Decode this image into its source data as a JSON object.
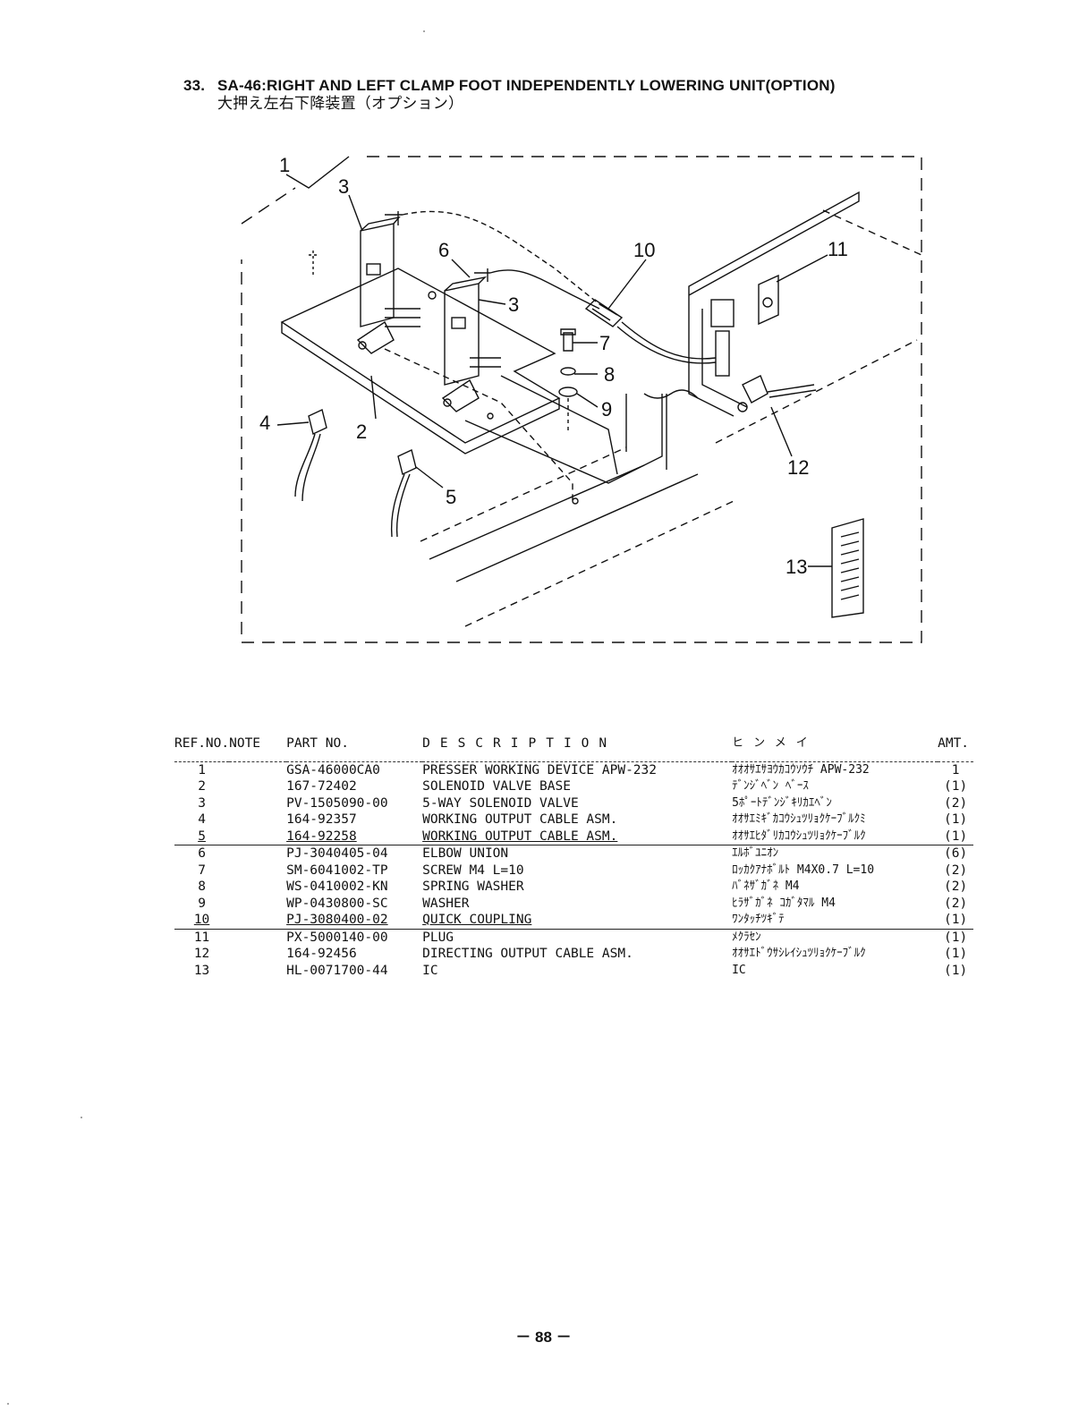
{
  "title": {
    "number": "33.",
    "en": "SA-46:RIGHT AND LEFT CLAMP FOOT INDEPENDENTLY LOWERING UNIT(OPTION)",
    "jp": "大押え左右下降装置（オプション）"
  },
  "diagram": {
    "callouts": [
      "1",
      "2",
      "3",
      "3",
      "4",
      "5",
      "6",
      "7",
      "8",
      "9",
      "10",
      "11",
      "12",
      "13"
    ]
  },
  "table": {
    "headers": {
      "ref": "REF.NO.",
      "note": "NOTE",
      "part": "PART NO.",
      "desc": "DESCRIPTION",
      "kana": "ヒンメイ",
      "amt": "AMT."
    },
    "rows": [
      {
        "ref": "1",
        "note": "",
        "part": "GSA-46000CA0",
        "desc": "PRESSER WORKING DEVICE APW-232",
        "kana": "ｵｵｵｻｴｻﾖｳｶｺｳｿｳﾁ APW-232",
        "amt": "1"
      },
      {
        "ref": "2",
        "note": "",
        "part": "167-72402",
        "desc": "SOLENOID VALVE BASE",
        "kana": "ﾃﾞﾝｼﾞﾍﾞﾝ ﾍﾞｰｽ",
        "amt": "(1)"
      },
      {
        "ref": "3",
        "note": "",
        "part": "PV-1505090-00",
        "desc": "5-WAY SOLENOID VALVE",
        "kana": "5ﾎﾟｰﾄﾃﾞﾝｼﾞｷﾘｶｴﾍﾞﾝ",
        "amt": "(2)"
      },
      {
        "ref": "4",
        "note": "",
        "part": "164-92357",
        "desc": "WORKING OUTPUT CABLE ASM.",
        "kana": "ｵｵｻｴﾐｷﾞｶｺｳｼｭﾂﾘｮｸｹｰﾌﾞﾙｸﾐ",
        "amt": "(1)"
      },
      {
        "ref": "5",
        "note": "",
        "part": "164-92258",
        "desc": "WORKING OUTPUT CABLE ASM.",
        "kana": "ｵｵｻｴﾋﾀﾞﾘｶｺｳｼｭﾂﾘｮｸｹｰﾌﾞﾙｸ",
        "amt": "(1)"
      },
      {
        "ref": "6",
        "note": "",
        "part": "PJ-3040405-04",
        "desc": "ELBOW UNION",
        "kana": "ｴﾙﾎﾞﾕﾆｵﾝ",
        "amt": "(6)"
      },
      {
        "ref": "7",
        "note": "",
        "part": "SM-6041002-TP",
        "desc": "SCREW M4 L=10",
        "kana": "ﾛｯｶｸｱﾅﾎﾞﾙﾄ M4X0.7 L=10",
        "amt": "(2)"
      },
      {
        "ref": "8",
        "note": "",
        "part": "WS-0410002-KN",
        "desc": "SPRING WASHER",
        "kana": "ﾊﾞﾈｻﾞｶﾞﾈ M4",
        "amt": "(2)"
      },
      {
        "ref": "9",
        "note": "",
        "part": "WP-0430800-SC",
        "desc": "WASHER",
        "kana": "ﾋﾗｻﾞｶﾞﾈ ｺｶﾞﾀﾏﾙ M4",
        "amt": "(2)"
      },
      {
        "ref": "10",
        "note": "",
        "part": "PJ-3080400-02",
        "desc": "QUICK COUPLING",
        "kana": "ﾜﾝﾀｯﾁﾂｷﾞﾃ",
        "amt": "(1)"
      },
      {
        "ref": "11",
        "note": "",
        "part": "PX-5000140-00",
        "desc": "PLUG",
        "kana": "ﾒｸﾗｾﾝ",
        "amt": "(1)"
      },
      {
        "ref": "12",
        "note": "",
        "part": "164-92456",
        "desc": "DIRECTING OUTPUT CABLE ASM.",
        "kana": "ｵｵｻｴﾄﾞｳｻｼﾚｲｼｭﾂﾘｮｸｹｰﾌﾞﾙｸ",
        "amt": "(1)"
      },
      {
        "ref": "13",
        "note": "",
        "part": "HL-0071700-44",
        "desc": "IC",
        "kana": "IC",
        "amt": "(1)"
      }
    ]
  },
  "page_number": "－ 88 －"
}
